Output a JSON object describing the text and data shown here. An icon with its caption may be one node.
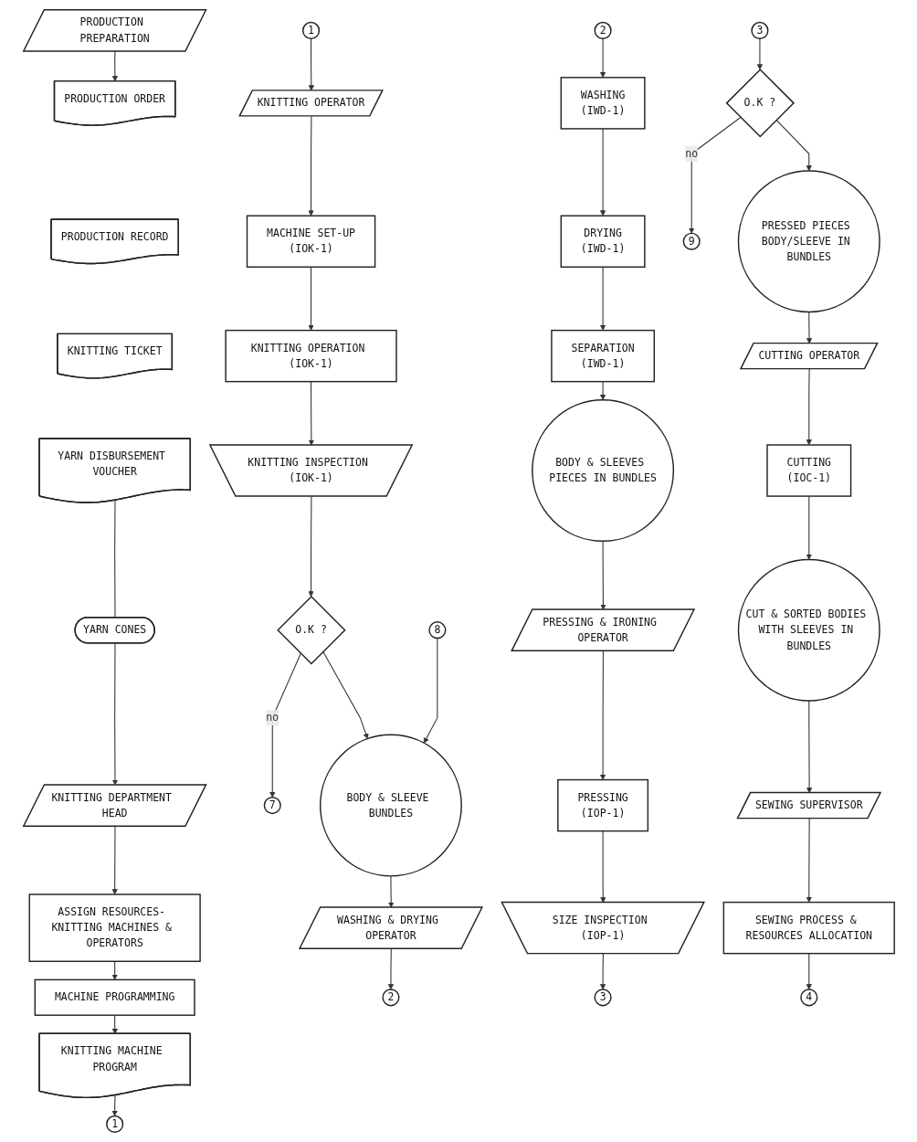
{
  "diagram": {
    "nodes": [
      {
        "text": [
          "PRODUCTION PREPARATION"
        ]
      },
      {
        "text": [
          "PRODUCTION ORDER"
        ]
      },
      {
        "text": [
          "PRODUCTION RECORD"
        ]
      },
      {
        "text": [
          "KNITTING TICKET"
        ]
      },
      {
        "text": [
          "YARN DISBURSEMENT VOUCHER"
        ]
      },
      {
        "text": [
          "YARN CONES"
        ]
      },
      {
        "text": [
          "KNITTING DEPARTMENT HEAD"
        ]
      },
      {
        "text": [
          "ASSIGN RESOURCES- KNITTING MACHINES & OPERATORS"
        ]
      },
      {
        "text": [
          "MACHINE PROGRAMMING"
        ]
      },
      {
        "text": [
          "KNITTING MACHINE PROGRAM"
        ]
      },
      {
        "text": [
          "1"
        ]
      },
      {
        "text": [
          "1"
        ]
      },
      {
        "text": [
          "KNITTING OPERATOR"
        ]
      },
      {
        "text": [
          "MACHINE SET-UP",
          "(IOK-1)"
        ]
      },
      {
        "text": [
          "KNITTING OPERATION (IOK-1)"
        ]
      },
      {
        "text": [
          "KNITTING INSPECTION (IOK-1)"
        ]
      },
      {
        "text": [
          "O.K ?"
        ]
      },
      {
        "text": [
          "7"
        ]
      },
      {
        "text": [
          "8"
        ]
      },
      {
        "text": [
          "BODY & SLEEVE BUNDLES"
        ]
      },
      {
        "text": [
          "WASHING & DRYING OPERATOR"
        ]
      },
      {
        "text": [
          "2"
        ]
      },
      {
        "text": [
          "2"
        ]
      },
      {
        "text": [
          "WASHING",
          "(IWD-1)"
        ]
      },
      {
        "text": [
          "DRYING",
          "(IWD-1)"
        ]
      },
      {
        "text": [
          "SEPARATION",
          "(IWD-1)"
        ]
      },
      {
        "text": [
          "BODY & SLEEVES PIECES IN BUNDLES"
        ]
      },
      {
        "text": [
          "PRESSING & IRONING OPERATOR"
        ]
      },
      {
        "text": [
          "PRESSING",
          "(IOP-1)"
        ]
      },
      {
        "text": [
          "SIZE INSPECTION (IOP-1)"
        ]
      },
      {
        "text": [
          "3"
        ]
      },
      {
        "text": [
          "3"
        ]
      },
      {
        "text": [
          "O.K ?"
        ]
      },
      {
        "text": [
          "9"
        ]
      },
      {
        "text": [
          "PRESSED PIECES BODY/SLEEVE IN BUNDLES"
        ]
      },
      {
        "text": [
          "CUTTING OPERATOR"
        ]
      },
      {
        "text": [
          "CUTTING",
          "(IOC-1)"
        ]
      },
      {
        "text": [
          "CUT & SORTED BODIES WITH SLEEVES IN BUNDLES"
        ]
      },
      {
        "text": [
          "SEWING SUPERVISOR"
        ]
      },
      {
        "text": [
          "SEWING PROCESS & RESOURCES ALLOCATION"
        ]
      },
      {
        "text": [
          "4"
        ]
      }
    ],
    "edges": [
      {
        "from": 0,
        "to": 1,
        "arrow": "to"
      },
      {
        "from": 4,
        "to": 5,
        "arrow": "none"
      },
      {
        "from": 5,
        "to": 6,
        "arrow": "to"
      },
      {
        "from": 6,
        "to": 7,
        "arrow": "to"
      },
      {
        "from": 7,
        "to": 8,
        "arrow": "to"
      },
      {
        "from": 8,
        "to": 9,
        "arrow": "to"
      },
      {
        "from": 9,
        "to": 10,
        "arrow": "to"
      },
      {
        "from": 11,
        "to": 12,
        "arrow": "to"
      },
      {
        "from": 12,
        "to": 13,
        "arrow": "to"
      },
      {
        "from": 13,
        "to": 14,
        "arrow": "to"
      },
      {
        "from": 14,
        "to": 15,
        "arrow": "to"
      },
      {
        "from": 15,
        "to": 16,
        "arrow": "to"
      },
      {
        "from": 16,
        "to": 17,
        "arrow": "to",
        "label": "no"
      },
      {
        "from": 16,
        "to": 19,
        "arrow": "to"
      },
      {
        "from": 18,
        "to": 19,
        "arrow": "to"
      },
      {
        "from": 19,
        "to": 20,
        "arrow": "to"
      },
      {
        "from": 20,
        "to": 21,
        "arrow": "to"
      },
      {
        "from": 22,
        "to": 23,
        "arrow": "to"
      },
      {
        "from": 23,
        "to": 24,
        "arrow": "to"
      },
      {
        "from": 24,
        "to": 25,
        "arrow": "to"
      },
      {
        "from": 25,
        "to": 26,
        "arrow": "to"
      },
      {
        "from": 26,
        "to": 27,
        "arrow": "to"
      },
      {
        "from": 27,
        "to": 28,
        "arrow": "to"
      },
      {
        "from": 28,
        "to": 29,
        "arrow": "to"
      },
      {
        "from": 29,
        "to": 30,
        "arrow": "to"
      },
      {
        "from": 31,
        "to": 32,
        "arrow": "to"
      },
      {
        "from": 32,
        "to": 33,
        "arrow": "to",
        "label": "no"
      },
      {
        "from": 32,
        "to": 34,
        "arrow": "to"
      },
      {
        "from": 34,
        "to": 35,
        "arrow": "to"
      },
      {
        "from": 35,
        "to": 36,
        "arrow": "to"
      },
      {
        "from": 36,
        "to": 37,
        "arrow": "to"
      },
      {
        "from": 37,
        "to": 38,
        "arrow": "to"
      },
      {
        "from": 38,
        "to": 39,
        "arrow": "to"
      },
      {
        "from": 39,
        "to": 40,
        "arrow": "to"
      }
    ]
  }
}
